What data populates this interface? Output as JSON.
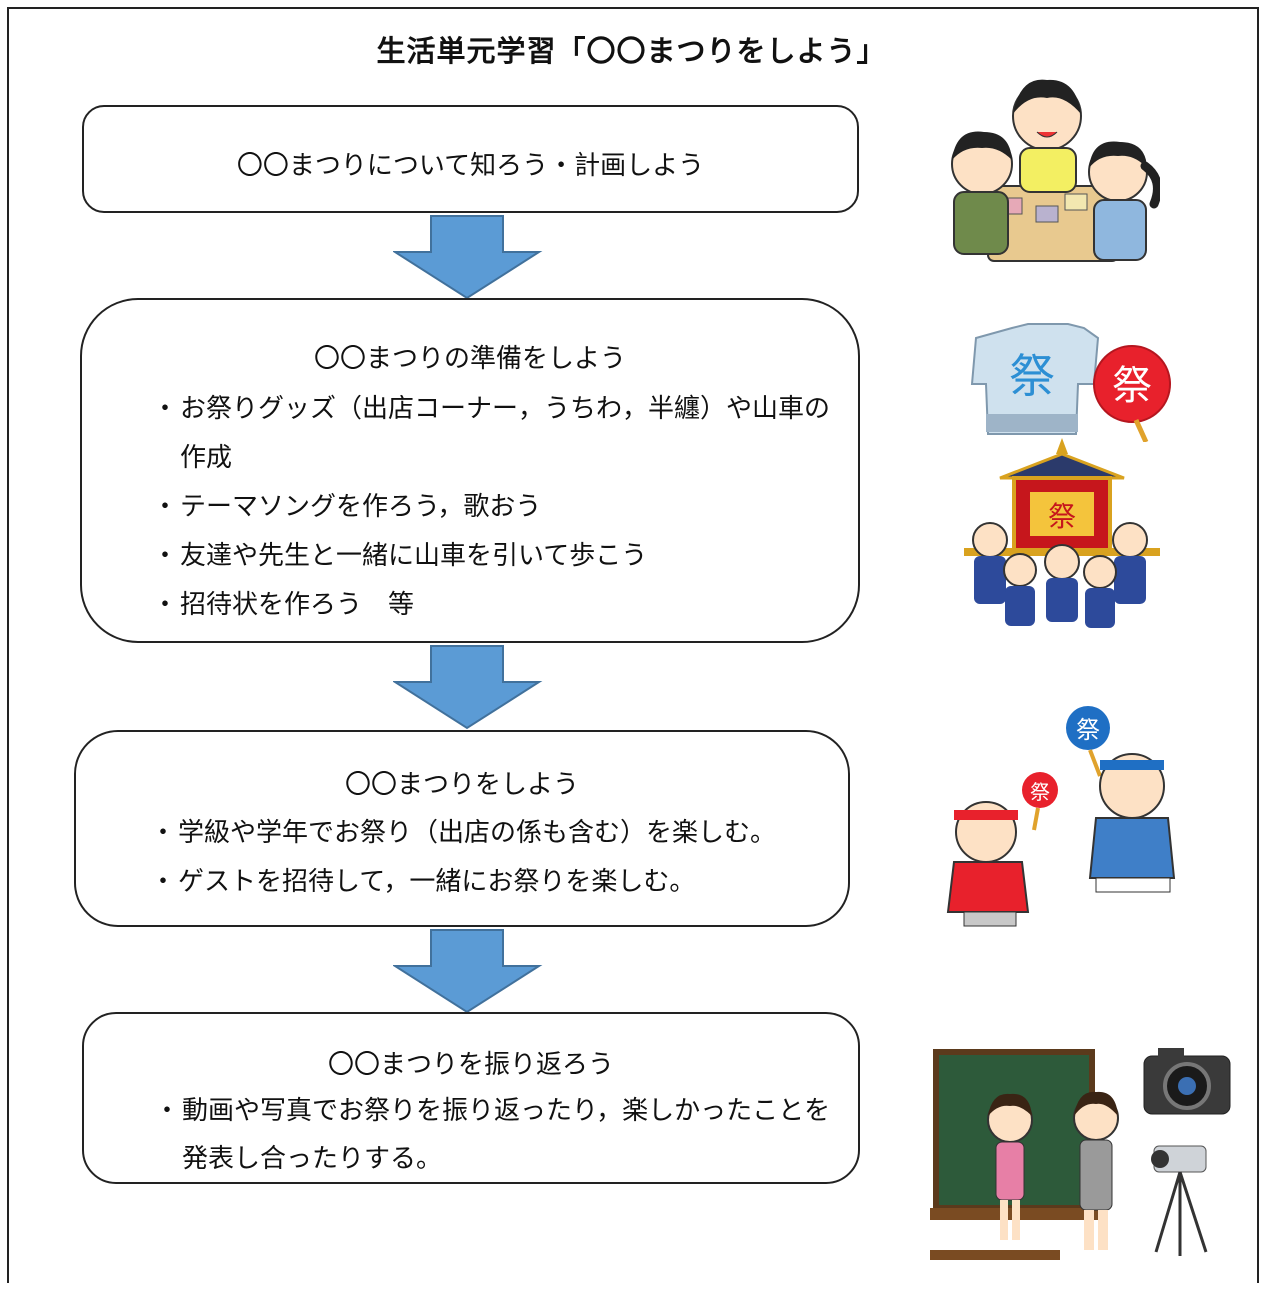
{
  "title": "生活単元学習「〇〇まつりをしよう」",
  "steps": [
    {
      "heading": "〇〇まつりについて知ろう・計画しよう",
      "items": []
    },
    {
      "heading": "〇〇まつりの準備をしよう",
      "items": [
        "お祭りグッズ（出店コーナー，うちわ，半纏）や山車の作成",
        "テーマソングを作ろう，歌おう",
        "友達や先生と一緒に山車を引いて歩こう",
        "招待状を作ろう　等"
      ]
    },
    {
      "heading": "〇〇まつりをしよう",
      "items": [
        "学級や学年でお祭り（出店の係も含む）を楽しむ。",
        "ゲストを招待して，一緒にお祭りを楽しむ。"
      ]
    },
    {
      "heading": "〇〇まつりを振り返ろう",
      "items": [
        "動画や写真でお祭りを振り返ったり，楽しかったことを発表し合ったりする。"
      ]
    }
  ],
  "illustrations": {
    "festival_kanji": "祭"
  },
  "colors": {
    "arrow": "#5b9bd5",
    "arrow_stroke": "#41719c",
    "border": "#222222"
  }
}
